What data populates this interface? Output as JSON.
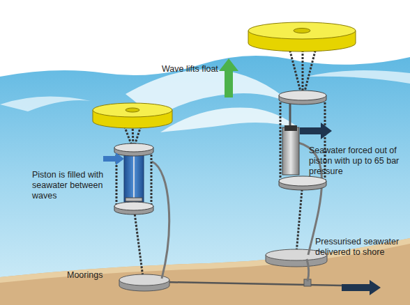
{
  "diagram": {
    "labels": [
      "Wave lifts float",
      "Piston is filled with seawater between waves",
      "Seawater forced out of piston with up to 65 bar pressure",
      "Moorings",
      "Pressurised seawater delivered to shore"
    ]
  }
}
